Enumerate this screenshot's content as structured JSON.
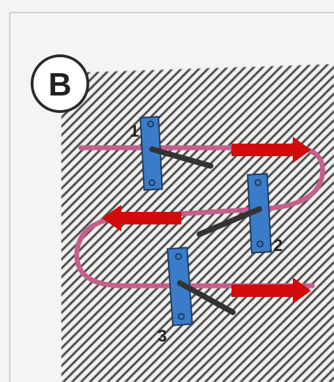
{
  "figure": {
    "panel_label": "B",
    "pulley_labels": [
      "1",
      "2",
      "3"
    ],
    "cord_color": "#c4608e",
    "pulley_color": "#3a7cc9",
    "arrow_color": "#d10a0a",
    "hatch_color": "#2f2f2f"
  }
}
